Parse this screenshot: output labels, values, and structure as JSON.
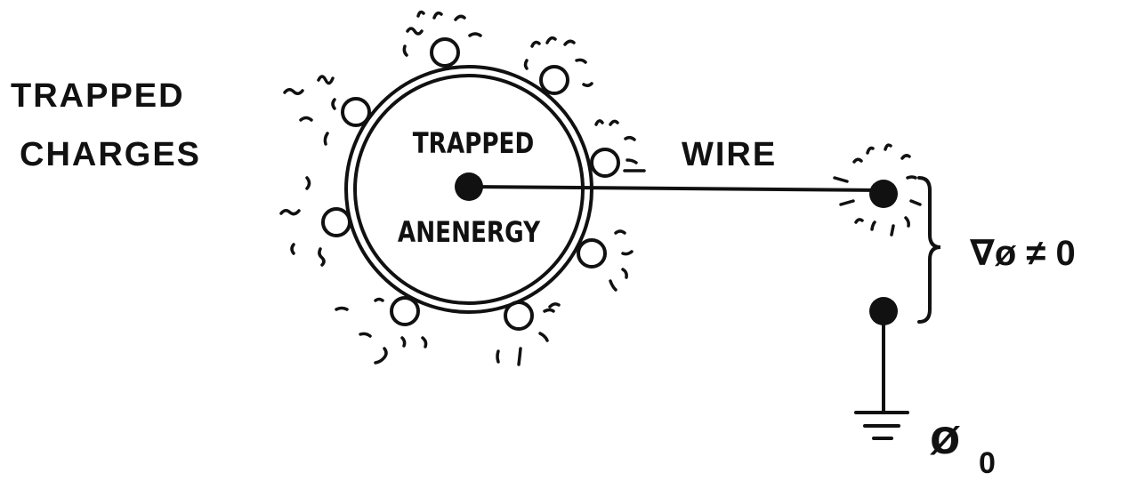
{
  "labels": {
    "trapped_charges_line1": "TRAPPED",
    "trapped_charges_line2": "CHARGES",
    "inner_line1": "TRAPPED",
    "inner_line2": "ANENERGY",
    "wire": "WIRE",
    "gradient": "∇ø ≠ 0",
    "ground_phi": "ø",
    "ground_sub": "0"
  },
  "colors": {
    "ink": "#111111",
    "background": "#ffffff"
  }
}
